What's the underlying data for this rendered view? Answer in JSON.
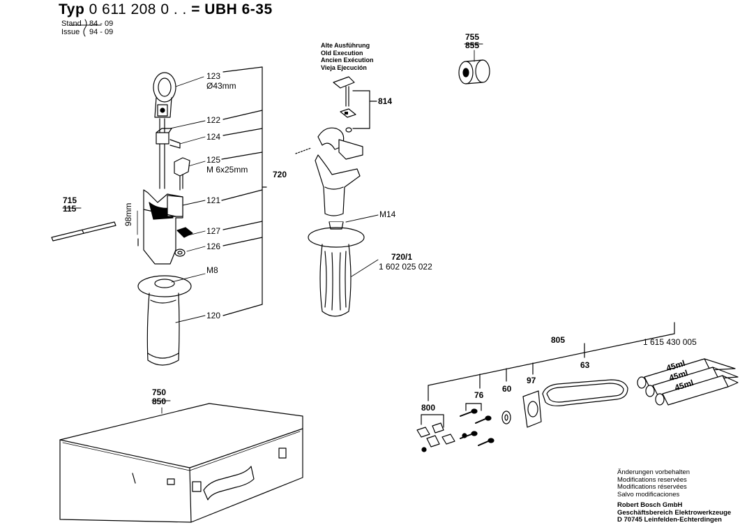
{
  "header": {
    "typ_prefix": "Typ",
    "typ_number": "0 611 208 0 . .",
    "typ_equals": "= UBH 6-35",
    "stand_label": "Stand",
    "stand_value": "84 - 09",
    "issue_label": "Issue",
    "issue_value": "94 - 09"
  },
  "old_execution_note": [
    "Alte Ausführung",
    "Old Execution",
    "Ancien Exécution",
    "Vieja Ejecución"
  ],
  "callouts": {
    "c123": "123",
    "d43": "Ø43mm",
    "c122": "122",
    "c124": "124",
    "c125": "125",
    "m6x25": "M 6x25mm",
    "c720": "720",
    "c121": "121",
    "c127": "127",
    "c126": "126",
    "m8": "M8",
    "c120": "120",
    "d98": "98mm",
    "c715": "715",
    "c115": "115",
    "c814": "814",
    "m14": "M14",
    "c720_1": "720/1",
    "p720_1": "1 602 025 022",
    "c755": "755",
    "c855": "855",
    "c805": "805",
    "p805": "1 615  430  005",
    "c63": "63",
    "c97": "97",
    "c60": "60",
    "c76": "76",
    "c800": "800",
    "c750": "750",
    "c850": "850",
    "tube1": "45ml",
    "tube2": "45ml",
    "tube3": "45ml"
  },
  "footer": {
    "lines": [
      "Änderungen vorbehalten",
      "Modifications reservées",
      "Modifications réservées",
      "Salvo modificaciones"
    ],
    "company": [
      "Robert Bosch GmbH",
      "Geschäftsbereich Elektrowerkzeuge",
      "D 70745 Leinfelden-Echterdingen"
    ]
  },
  "colors": {
    "ink": "#000000",
    "paper": "#ffffff"
  }
}
